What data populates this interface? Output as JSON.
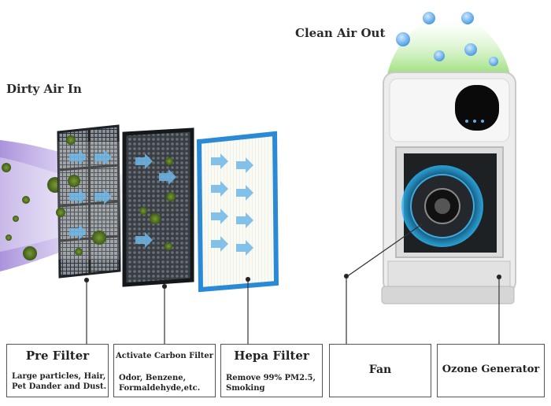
{
  "headings": {
    "dirty_air": "Dirty Air In",
    "clean_air": "Clean Air Out"
  },
  "labels": [
    {
      "title": "Pre Filter",
      "desc_lines": [
        "Large particles, Hair,",
        "Pet Dander and Dust."
      ]
    },
    {
      "title": "Activate Carbon Filter",
      "desc_lines": [
        "Odor, Benzene,",
        "Formaldehyde,etc."
      ]
    },
    {
      "title": "Hepa Filter",
      "desc_lines": [
        "Remove 99% PM2.5,",
        "Smoking"
      ]
    },
    {
      "title": "Fan",
      "desc_lines": []
    },
    {
      "title": "Ozone Generator",
      "desc_lines": []
    }
  ],
  "colors": {
    "dirty_air": "#9b7fd4",
    "germ": "#5f7a2a",
    "hepa_frame": "#2b8ad6",
    "clean_air": "#9be07a",
    "bubble": "#5aa7e8"
  }
}
